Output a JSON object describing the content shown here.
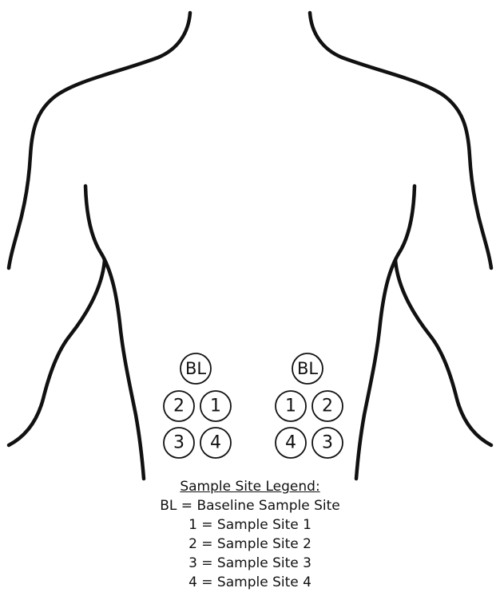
{
  "sites": {
    "left": {
      "baseline": "BL",
      "upper_left": "2",
      "upper_right": "1",
      "lower_left": "3",
      "lower_right": "4"
    },
    "right": {
      "baseline": "BL",
      "upper_left": "1",
      "upper_right": "2",
      "lower_left": "4",
      "lower_right": "3"
    }
  },
  "legend": {
    "title": "Sample Site Legend:",
    "items": [
      "BL = Baseline Sample Site",
      "1 = Sample Site 1",
      "2 = Sample Site 2",
      "3 = Sample Site 3",
      "4 = Sample Site 4"
    ]
  }
}
